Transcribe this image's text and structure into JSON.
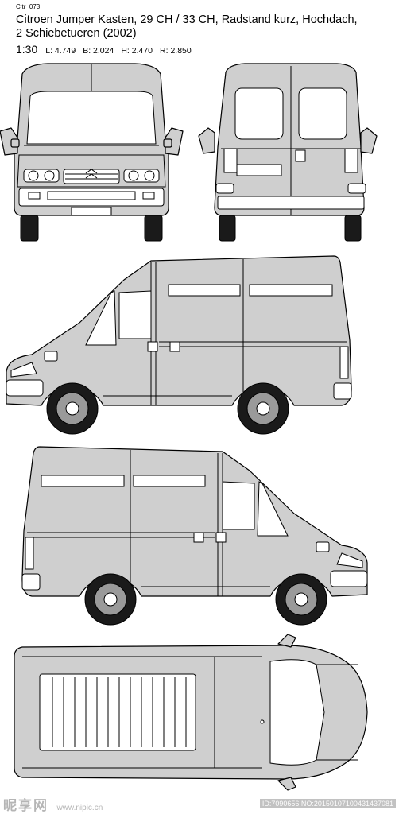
{
  "drawing_code": "Citr_073",
  "title_line1": "Citroen Jumper Kasten, 29 CH / 33 CH, Radstand kurz, Hochdach,",
  "title_line2": "2 Schiebetueren (2002)",
  "scale": "1:30",
  "dimensions": [
    "L: 4.749",
    "B: 2.024",
    "H: 2.470",
    "R: 2.850"
  ],
  "watermark": {
    "logo": "昵享网",
    "site": "www.nipic.cn",
    "id": "ID:7090656 NO:20150107100431437081"
  },
  "colors": {
    "body": "#cfcfcf",
    "line": "#000000",
    "tire": "#1a1a1a"
  }
}
